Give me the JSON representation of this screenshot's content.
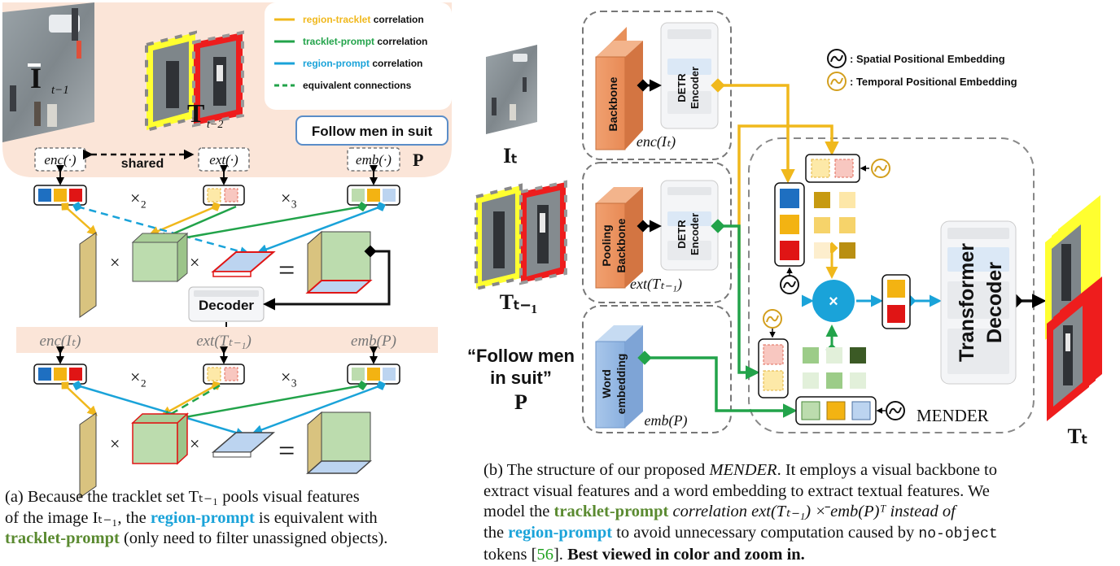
{
  "panel_a": {
    "legend": [
      {
        "hl": "region-tracklet",
        "rest": " correlation",
        "color": "#f0b81c",
        "dashed": false
      },
      {
        "hl": "tracklet-prompt",
        "rest": " correlation",
        "color": "#22a34a",
        "dashed": false
      },
      {
        "hl": "region-prompt",
        "rest": " correlation",
        "color": "#1aa3d9",
        "dashed": false
      },
      {
        "hl": "",
        "rest": "equivalent connections",
        "color": "#22a34a",
        "dashed": true
      }
    ],
    "img_label": "I",
    "img_sub": "t−1",
    "trk_label": "T",
    "trk_sub": "t−2",
    "prompt": "Follow men in suit",
    "p_label": "P",
    "enc_fn": "enc(·)",
    "ext_fn": "ext(·)",
    "emb_fn": "emb(·)",
    "shared": "shared",
    "times2": "×₂",
    "times3": "×₃",
    "mul": "×",
    "eq": "=",
    "decoder": "Decoder",
    "enc_it": "enc(Iₜ)",
    "ext_tt1": "ext(Tₜ₋₁)",
    "emb_p": "emb(P)"
  },
  "panel_b": {
    "it_label": "Iₜ",
    "tt1_label": "Tₜ₋₁",
    "prompt_quote": "“Follow men",
    "prompt_quote2": "in suit”",
    "p_label": "P",
    "backbone": "Backbone",
    "pooling_backbone_1": "Pooling",
    "pooling_backbone_2": "Backbone",
    "word_emb_1": "Word",
    "word_emb_2": "embedding",
    "detr_1": "DETR",
    "detr_2": "Encoder",
    "enc_it": "enc(Iₜ)",
    "ext_tt1": "ext(Tₜ₋₁)",
    "emb_p": "emb(P)",
    "spatial_pe": ": Spatial Positional Embedding",
    "temporal_pe": ": Temporal Positional Embedding",
    "mender": "MENDER",
    "transformer_1": "Transformer",
    "transformer_2": "Decoder",
    "tt_label": "Tₜ",
    "mul": "×"
  },
  "caption_a": {
    "l1": "(a) Because the tracklet set Tₜ₋₁ pools visual features",
    "l2": "of the image Iₜ₋₁, the ",
    "l2_hl": "region-prompt",
    "l2_rest": " is equivalent with",
    "l3_hl": "tracklet-prompt",
    "l3_rest": " (only need to filter unassigned objects)."
  },
  "caption_b": {
    "l1_a": "(b) The structure of our proposed ",
    "l1_it": "MENDER",
    "l1_b": ". It employs a visual backbone to",
    "l2": "extract visual features and a word embedding to extract textual features. We",
    "l3_a": "model the ",
    "l3_hl": "tracklet-prompt",
    "l3_b": " correlation ext(Tₜ₋₁) ×̄ emb(P)ᵀ instead of",
    "l4_a": "the ",
    "l4_hl": "region-prompt",
    "l4_b": " to avoid unnecessary computation caused by ",
    "l4_code": "no-object",
    "l5_a": "tokens [",
    "l5_cite": "56",
    "l5_b": "]. ",
    "l5_bold": "Best viewed in color and zoom in."
  }
}
